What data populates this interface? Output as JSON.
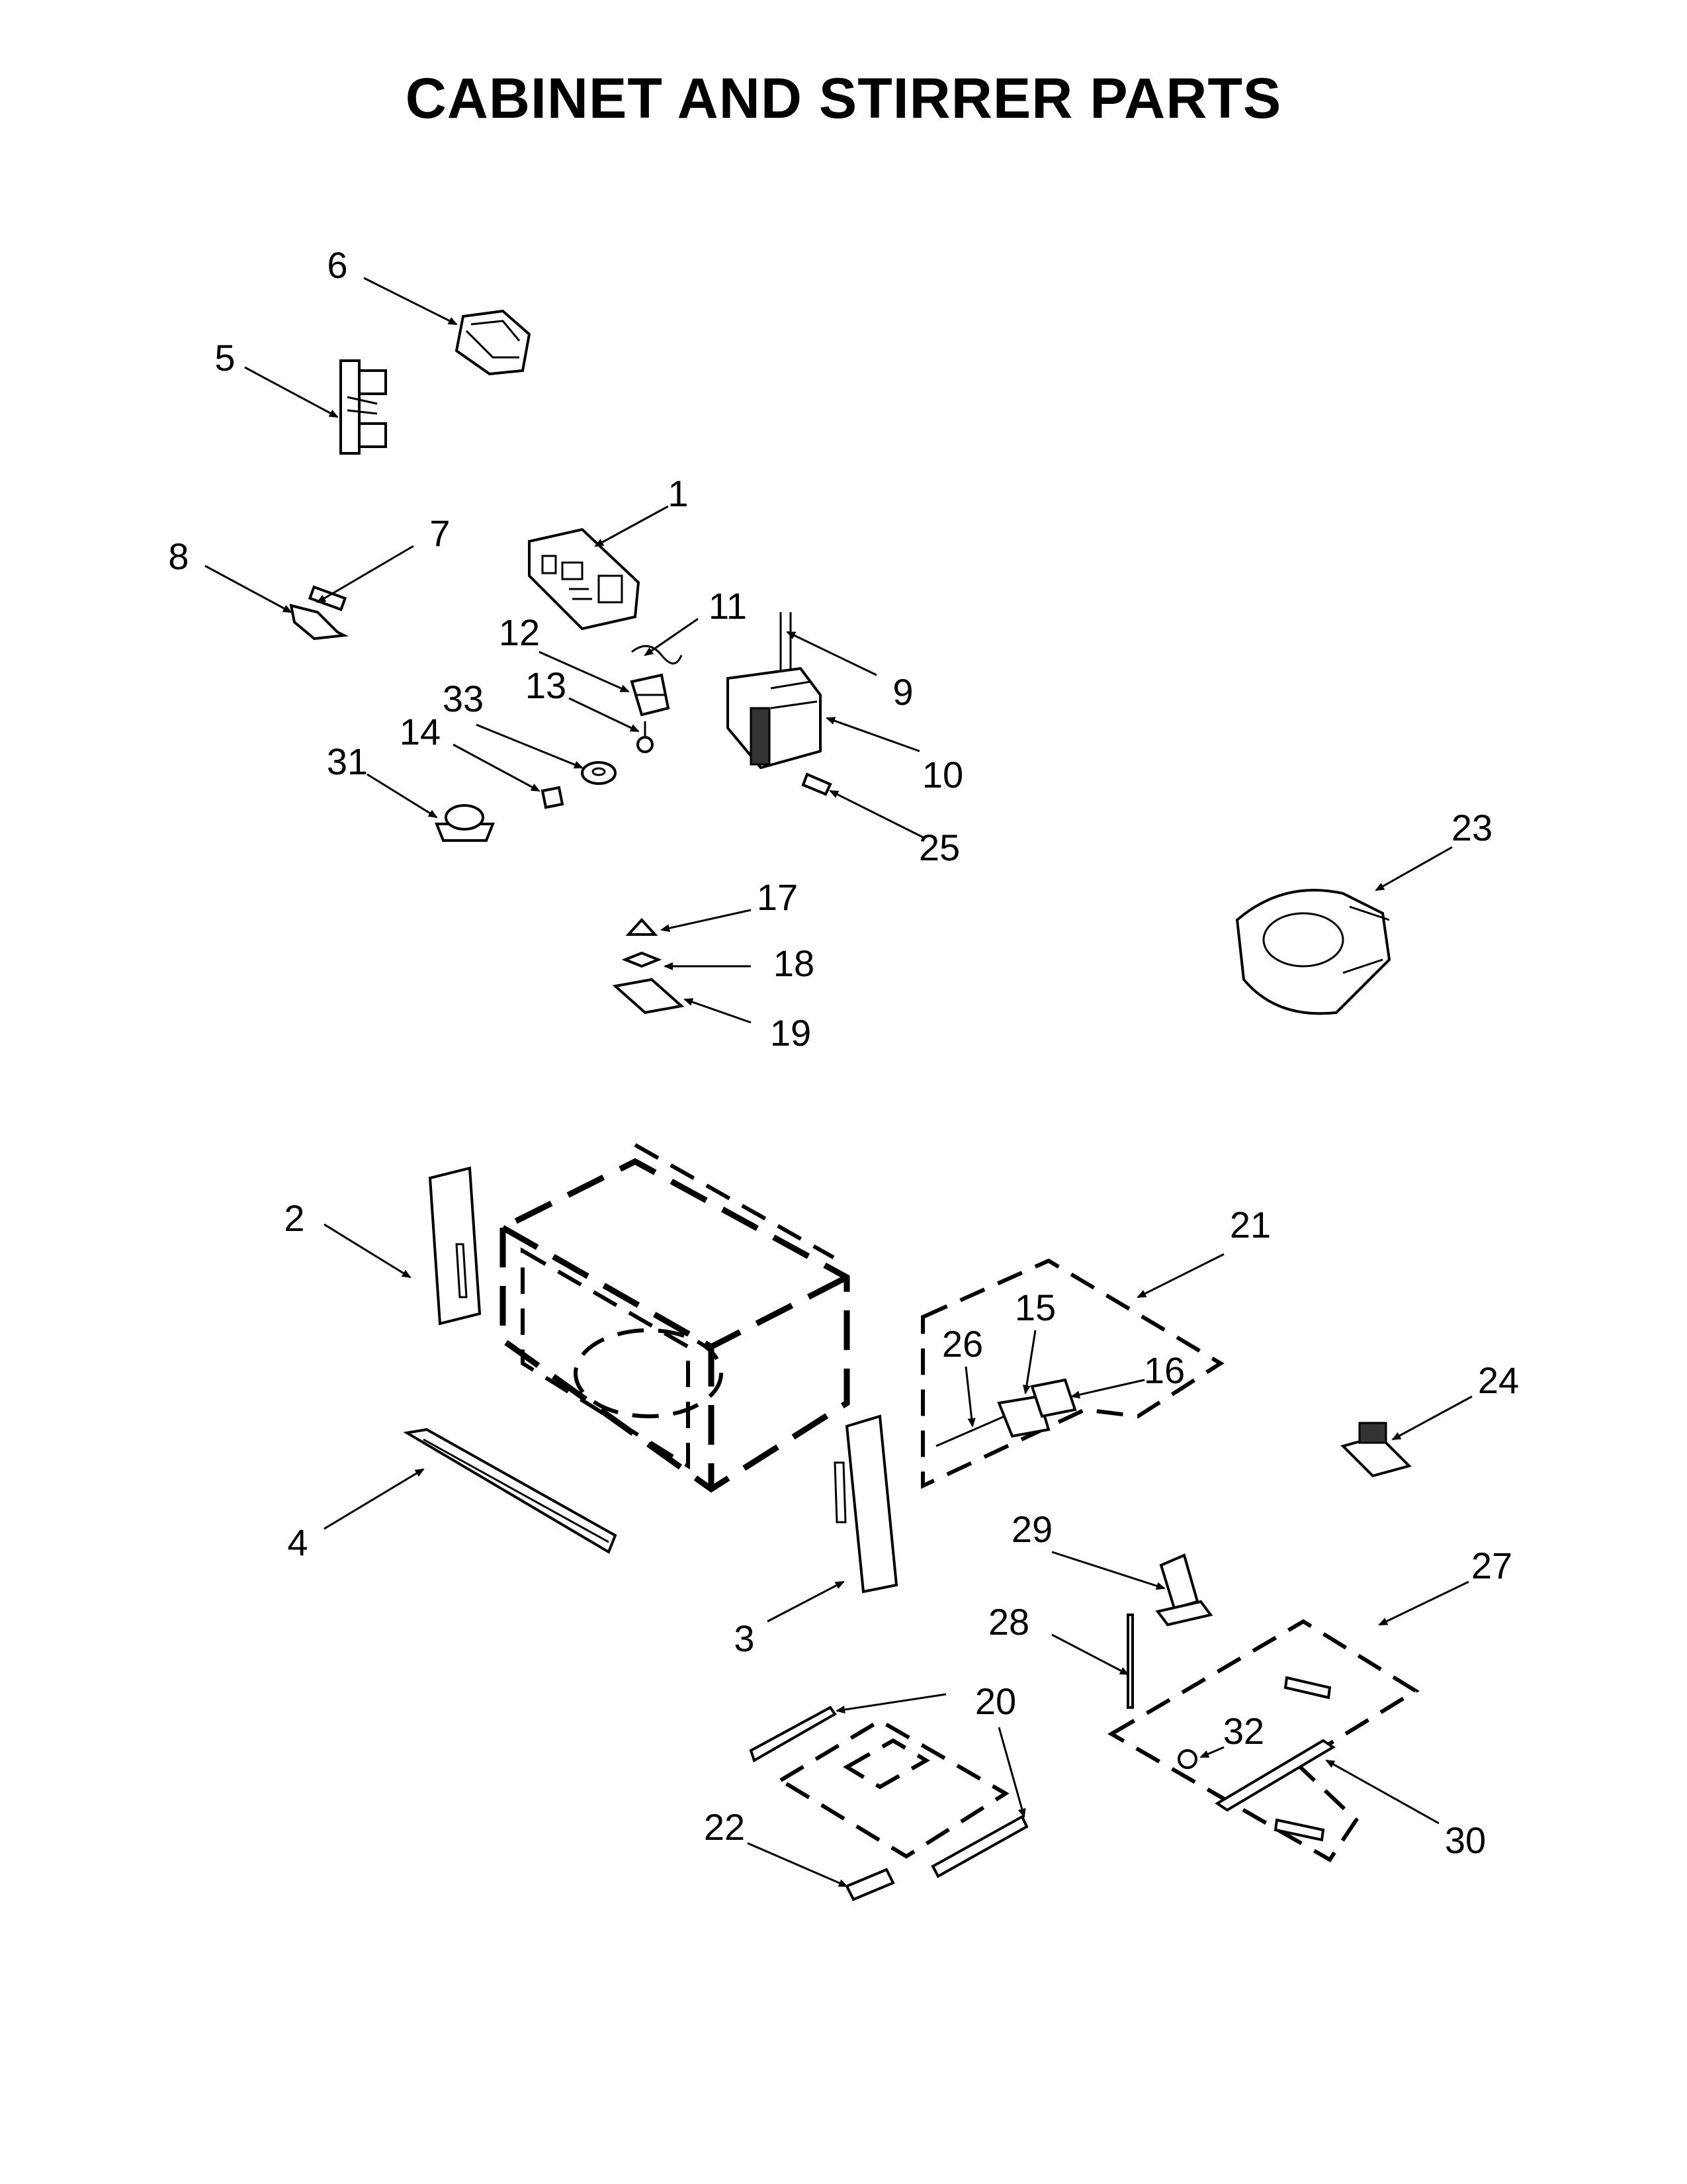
{
  "title": "CABINET AND STIRRER PARTS",
  "callouts": {
    "c1": "1",
    "c2": "2",
    "c3": "3",
    "c4": "4",
    "c5": "5",
    "c6": "6",
    "c7": "7",
    "c8": "8",
    "c9": "9",
    "c10": "10",
    "c11": "11",
    "c12": "12",
    "c13": "13",
    "c14": "14",
    "c15": "15",
    "c16": "16",
    "c17": "17",
    "c18": "18",
    "c19": "19",
    "c20": "20",
    "c21": "21",
    "c22": "22",
    "c23": "23",
    "c24": "24",
    "c25": "25",
    "c26": "26",
    "c27": "27",
    "c28": "28",
    "c29": "29",
    "c30": "30",
    "c31": "31",
    "c32": "32",
    "c33": "33"
  }
}
